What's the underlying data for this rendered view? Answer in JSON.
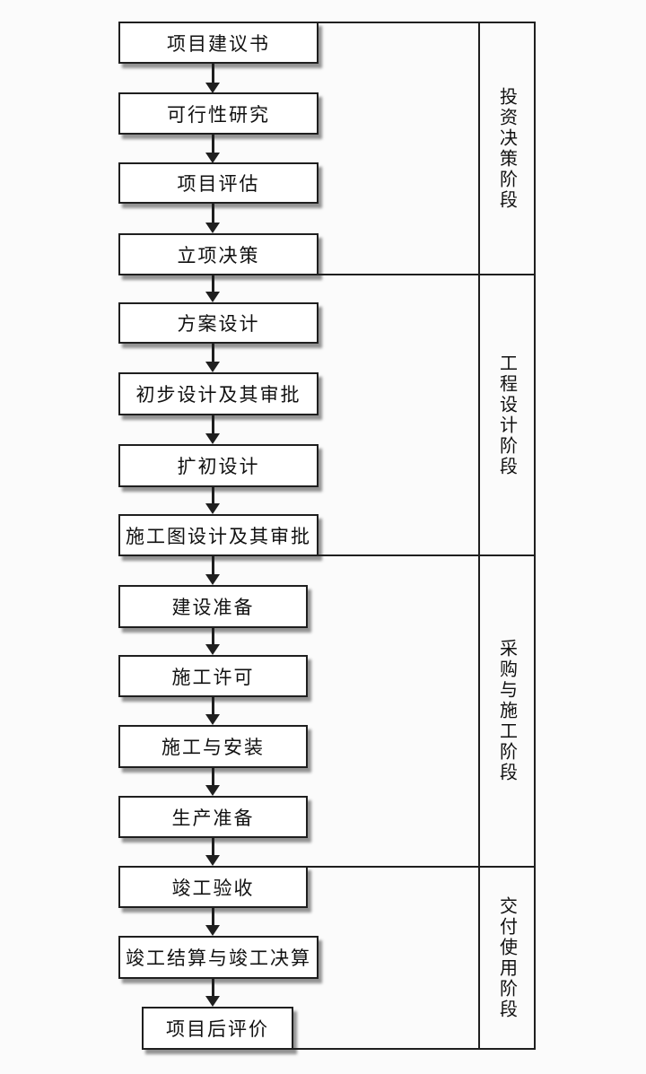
{
  "flow": {
    "steps": [
      {
        "label": "项目建议书"
      },
      {
        "label": "可行性研究"
      },
      {
        "label": "项目评估"
      },
      {
        "label": "立项决策"
      },
      {
        "label": "方案设计"
      },
      {
        "label": "初步设计及其审批"
      },
      {
        "label": "扩初设计"
      },
      {
        "label": "施工图设计及其审批"
      },
      {
        "label": "建设准备"
      },
      {
        "label": "施工许可"
      },
      {
        "label": "施工与安装"
      },
      {
        "label": "生产准备"
      },
      {
        "label": "竣工验收"
      },
      {
        "label": "竣工结算与竣工决算"
      },
      {
        "label": "项目后评价"
      }
    ],
    "phases": [
      {
        "label": "投资决策阶段"
      },
      {
        "label": "工程设计阶段"
      },
      {
        "label": "采购与施工阶段"
      },
      {
        "label": "交付使用阶段"
      }
    ]
  },
  "colors": {
    "line": "#1f1f1f",
    "background": "#fbfbfb",
    "box_fill": "#ffffff",
    "box_shadow": "#8f8f8f"
  }
}
